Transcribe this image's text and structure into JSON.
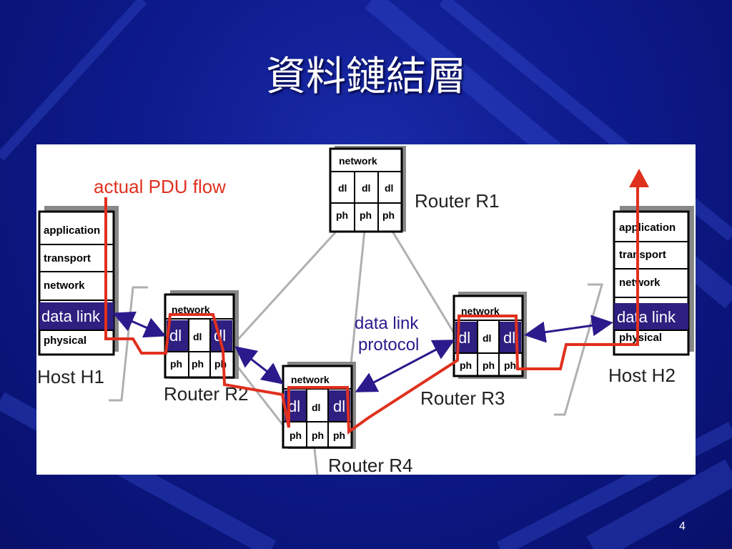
{
  "slide": {
    "title": "資料鏈結層",
    "page_number": "4"
  },
  "labels": {
    "actual_pdu_flow": "actual PDU flow",
    "data_link_protocol_line1": "data link",
    "data_link_protocol_line2": "protocol",
    "router_r1": "Router R1",
    "router_r2": "Router R2",
    "router_r3": "Router R3",
    "router_r4": "Router R4",
    "host_h1": "Host H1",
    "host_h2": "Host H2"
  },
  "host_stack": {
    "application": "application",
    "transport": "transport",
    "network": "network",
    "data_link": "data link",
    "physical": "physical"
  },
  "router_stack": {
    "network": "network",
    "dl": "dl",
    "ph": "ph"
  },
  "colors": {
    "pdu_flow": "#e0301e",
    "protocol_arrow": "#2a1a8c",
    "data_link_band": "#2e1f80",
    "link_line": "#b0b0b0"
  }
}
